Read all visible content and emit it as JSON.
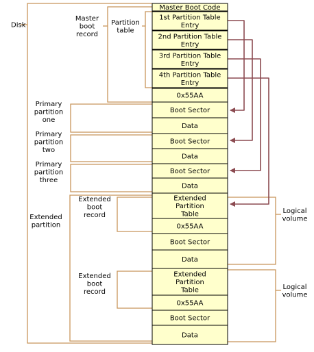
{
  "cells": [
    {
      "id": "mbc",
      "lines": [
        "Master Boot Code"
      ]
    },
    {
      "id": "pte1",
      "lines": [
        "1st Partition Table",
        "Entry"
      ]
    },
    {
      "id": "pte2",
      "lines": [
        "2nd Partition Table",
        "Entry"
      ]
    },
    {
      "id": "pte3",
      "lines": [
        "3rd Partition Table",
        "Entry"
      ]
    },
    {
      "id": "pte4",
      "lines": [
        "4th Partition Table",
        "Entry"
      ]
    },
    {
      "id": "sig-mbr",
      "lines": [
        "0x55AA"
      ]
    },
    {
      "id": "bs1",
      "lines": [
        "Boot Sector"
      ]
    },
    {
      "id": "data1",
      "lines": [
        "Data"
      ]
    },
    {
      "id": "bs2",
      "lines": [
        "Boot Sector"
      ]
    },
    {
      "id": "data2",
      "lines": [
        "Data"
      ]
    },
    {
      "id": "bs3",
      "lines": [
        "Boot Sector"
      ]
    },
    {
      "id": "data3",
      "lines": [
        "Data"
      ]
    },
    {
      "id": "ept1",
      "lines": [
        "Extended",
        "Partition",
        "Table"
      ]
    },
    {
      "id": "sig-ebr1",
      "lines": [
        "0x55AA"
      ]
    },
    {
      "id": "bs4",
      "lines": [
        "Boot Sector"
      ]
    },
    {
      "id": "data4",
      "lines": [
        "Data"
      ]
    },
    {
      "id": "ept2",
      "lines": [
        "Extended",
        "Partition",
        "Table"
      ]
    },
    {
      "id": "sig-ebr2",
      "lines": [
        "0x55AA"
      ]
    },
    {
      "id": "bs5",
      "lines": [
        "Boot Sector"
      ]
    },
    {
      "id": "data5",
      "lines": [
        "Data"
      ]
    }
  ],
  "labels": [
    {
      "id": "disk",
      "lines": [
        "Disk"
      ]
    },
    {
      "id": "mbr",
      "lines": [
        "Master",
        "boot",
        "record"
      ]
    },
    {
      "id": "ptable",
      "lines": [
        "Partition",
        "table"
      ]
    },
    {
      "id": "pp1",
      "lines": [
        "Primary",
        "partition",
        "one"
      ]
    },
    {
      "id": "pp2",
      "lines": [
        "Primary",
        "partition",
        "two"
      ]
    },
    {
      "id": "pp3",
      "lines": [
        "Primary",
        "partition",
        "three"
      ]
    },
    {
      "id": "extp",
      "lines": [
        "Extended",
        "partition"
      ]
    },
    {
      "id": "ebr1",
      "lines": [
        "Extended",
        "boot",
        "record"
      ]
    },
    {
      "id": "ebr2",
      "lines": [
        "Extended",
        "boot",
        "record"
      ]
    },
    {
      "id": "lv1",
      "lines": [
        "Logical",
        "volume"
      ]
    },
    {
      "id": "lv2",
      "lines": [
        "Logical",
        "volume"
      ]
    }
  ],
  "colors": {
    "cell_fill": "#ffffcc",
    "cell_border": "#000000",
    "bracket": "#c8955a",
    "arrow": "#8b4a50"
  }
}
